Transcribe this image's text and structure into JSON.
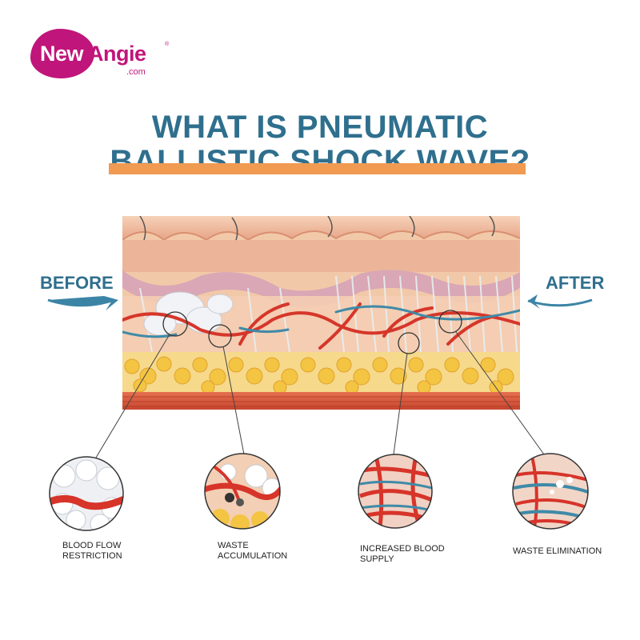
{
  "brand": {
    "logo_new": "New",
    "logo_angie": "Angie",
    "logo_com": ".com",
    "logo_reg": "®",
    "accent_color": "#c0157a"
  },
  "title": {
    "line1": "WHAT IS PNEUMATIC",
    "line2": "BALLISTIC SHOCK WAVE?",
    "color": "#2f6f8e",
    "underline_color": "#f09a52"
  },
  "labels": {
    "before": "BEFORE",
    "after": "AFTER"
  },
  "callouts": [
    {
      "line1": "BLOOD FLOW",
      "line2": "RESTRICTION"
    },
    {
      "line1": "WASTE",
      "line2": "ACCUMULATION"
    },
    {
      "line1": "INCREASED BLOOD",
      "line2": "SUPPLY"
    },
    {
      "line1": "WASTE ELIMINATION",
      "line2": ""
    }
  ]
}
